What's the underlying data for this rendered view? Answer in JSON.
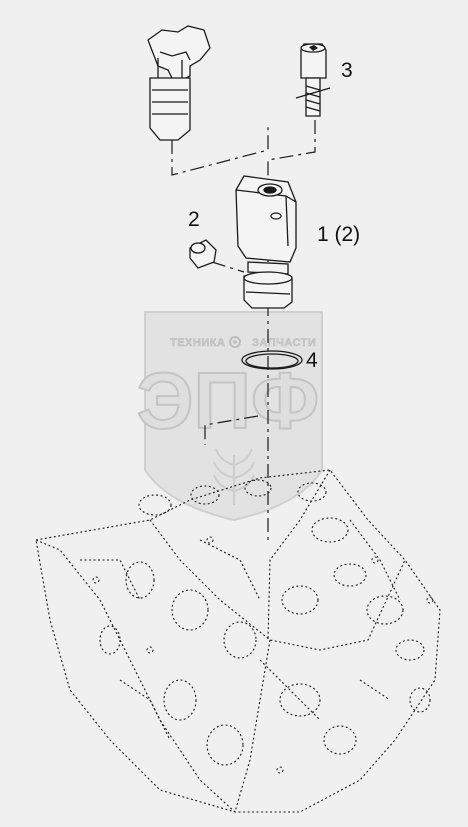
{
  "callouts": {
    "part1": "1 (2)",
    "part2": "2",
    "part3": "3",
    "part4": "4"
  },
  "watermark": {
    "top_left": "ТЕХНИКА",
    "top_right": "ЗАПЧАСТИ",
    "logo": "ЭПФ"
  },
  "colors": {
    "background": "#f0f0f0",
    "line": "#1a1a1a",
    "watermark": "#d0d0d0"
  },
  "icons": [
    "gear-icon",
    "wheat-emblem-icon",
    "shield-icon"
  ]
}
